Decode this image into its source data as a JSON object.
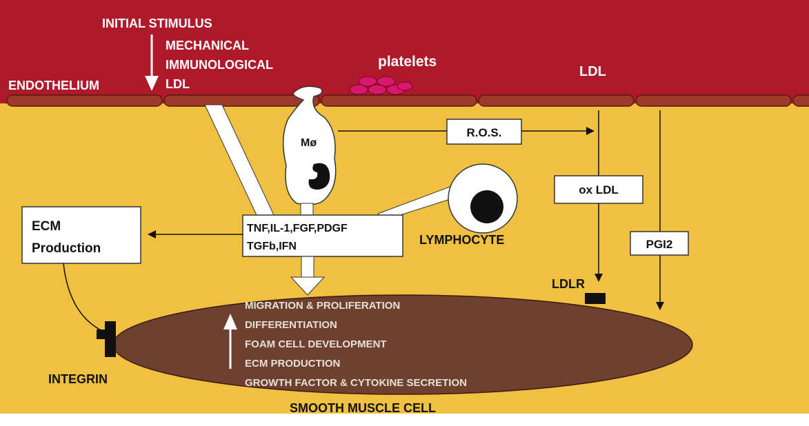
{
  "labels": {
    "initial_stimulus": "INITIAL STIMULUS",
    "mechanical": "MECHANICAL",
    "immunological": "IMMUNOLOGICAL",
    "ldl_stimulus": "LDL",
    "endothelium": "ENDOTHELIUM",
    "platelets": "platelets",
    "ldl": "LDL",
    "macrophage": "Mø",
    "ros": "R.O.S.",
    "ox_ldl": "ox LDL",
    "ecm_line1": "ECM",
    "ecm_line2": "Production",
    "cytokines_line1": "TNF,IL-1,FGF,PDGF",
    "cytokines_line2": "TGFb,IFN",
    "lymphocyte": "LYMPHOCYTE",
    "pgi2": "PGI2",
    "ldlr": "LDLR",
    "integrin": "INTEGRIN",
    "smooth_muscle_cell": "SMOOTH MUSCLE CELL"
  },
  "smc_functions": [
    "MIGRATION & PROLIFERATION",
    "DIFFERENTIATION",
    "FOAM CELL DEVELOPMENT",
    "ECM PRODUCTION",
    "GROWTH FACTOR & CYTOKINE SECRETION"
  ],
  "colors": {
    "vessel_lumen": "#b0192a",
    "intima": "#f0c040",
    "endothelial_cell": "#9e3a2a",
    "smooth_muscle_cell": "#6e4030",
    "platelet": "#d8186a"
  }
}
